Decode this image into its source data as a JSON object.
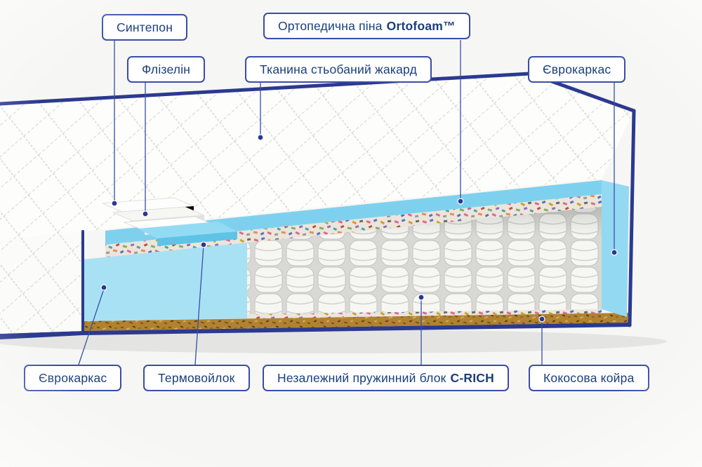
{
  "diagram": {
    "subject": "mattress-layers-cross-section"
  },
  "colors": {
    "accent": "#2b3990",
    "label_border": "#3a4da8",
    "label_text": "#1b3e7a",
    "foam_blue_edge": "#7ed1ee",
    "foam_blue_face": "#a9e1f4",
    "coir_brown": "#b08232",
    "background": "#f6f6f4"
  },
  "labels": {
    "sintepon": {
      "text": "Синтепон"
    },
    "flizelin": {
      "text": "Флізелін"
    },
    "ortofoam": {
      "text": "Ортопедична піна",
      "bold": "Ortofoam™"
    },
    "jacquard": {
      "text": "Тканина стьобаний жакард"
    },
    "eurokarkas_top": {
      "text": "Єврокаркас"
    },
    "eurokarkas_bottom": {
      "text": "Єврокаркас"
    },
    "termovoilok": {
      "text": "Термовойлок"
    },
    "springs": {
      "text": "Незалежний пружинний блок",
      "bold": "C-RICH"
    },
    "coir": {
      "text": "Кокосова койра"
    }
  }
}
